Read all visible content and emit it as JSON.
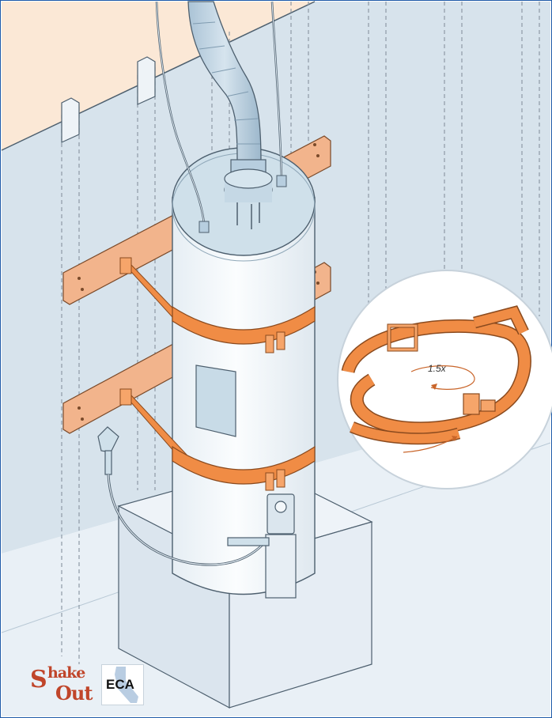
{
  "figure": {
    "detail_label": "1.5x",
    "logos": [
      {
        "name": "ShakeOut",
        "text_parts": [
          "S",
          "hake",
          "Out"
        ]
      },
      {
        "name": "ECA",
        "text": "ECA"
      }
    ]
  },
  "colors": {
    "wall": "#d7e3ec",
    "strap": "#f08c45",
    "strap_dark": "#c9652a",
    "wood": "#f2b48c",
    "tank": "#f3f7fa",
    "lid": "#cfe0ea",
    "outline": "#4d5f6e",
    "pedestal": "#e3ebf2",
    "floor": "#e9f0f6"
  }
}
